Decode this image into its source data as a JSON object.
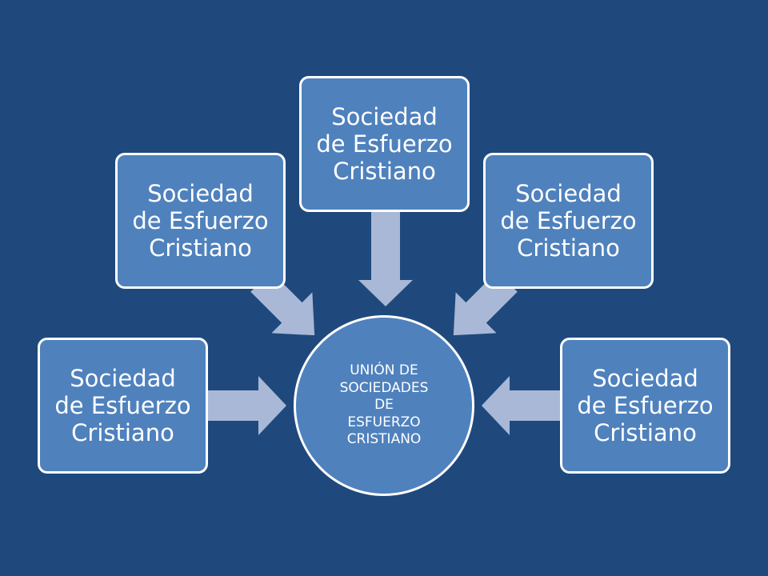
{
  "diagram": {
    "center": {
      "lines": [
        "UNIÓN DE",
        "SOCIEDADES",
        "DE",
        "ESFUERZO",
        "CRISTIANO"
      ]
    },
    "nodes": [
      {
        "lines": [
          "Sociedad",
          "de Esfuerzo",
          "Cristiano"
        ]
      },
      {
        "lines": [
          "Sociedad",
          "de Esfuerzo",
          "Cristiano"
        ]
      },
      {
        "lines": [
          "Sociedad",
          "de Esfuerzo",
          "Cristiano"
        ]
      },
      {
        "lines": [
          "Sociedad",
          "de Esfuerzo",
          "Cristiano"
        ]
      },
      {
        "lines": [
          "Sociedad",
          "de Esfuerzo",
          "Cristiano"
        ]
      }
    ]
  },
  "colors": {
    "background": "#1f497d",
    "box_fill": "#4f81bd",
    "box_border": "#ffffff",
    "arrow": "#a8b8d6"
  }
}
